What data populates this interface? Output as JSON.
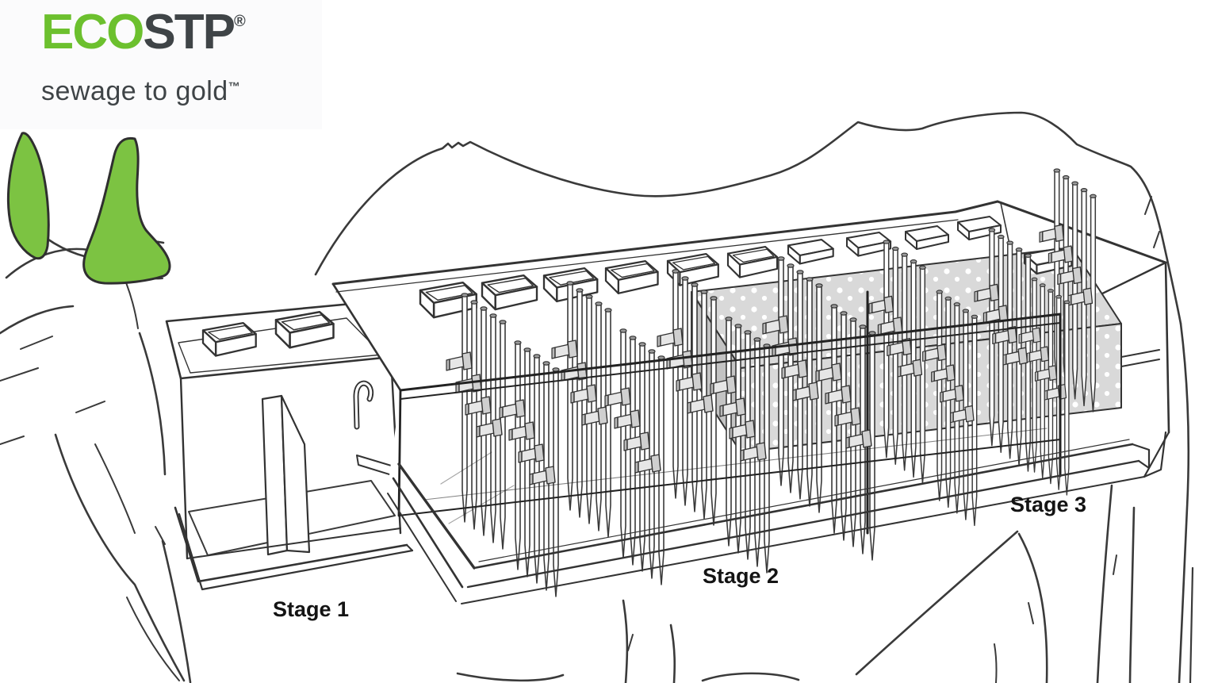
{
  "logo": {
    "brand_primary": "ECO",
    "brand_secondary": "STP",
    "registered_mark": "®",
    "tagline": "sewage to gold",
    "trademark_mark": "™"
  },
  "stages": [
    {
      "label": "Stage 1"
    },
    {
      "label": "Stage 2"
    },
    {
      "label": "Stage 3"
    }
  ],
  "colors": {
    "brand_green": "#6CC02E",
    "brand_dark": "#3F4447",
    "horn_green": "#7CC342",
    "ink": "#383838",
    "media_gray": "#D9D9D9",
    "media_side_gray": "#C3C3C3",
    "logo_panel": "#FBFBFC"
  }
}
